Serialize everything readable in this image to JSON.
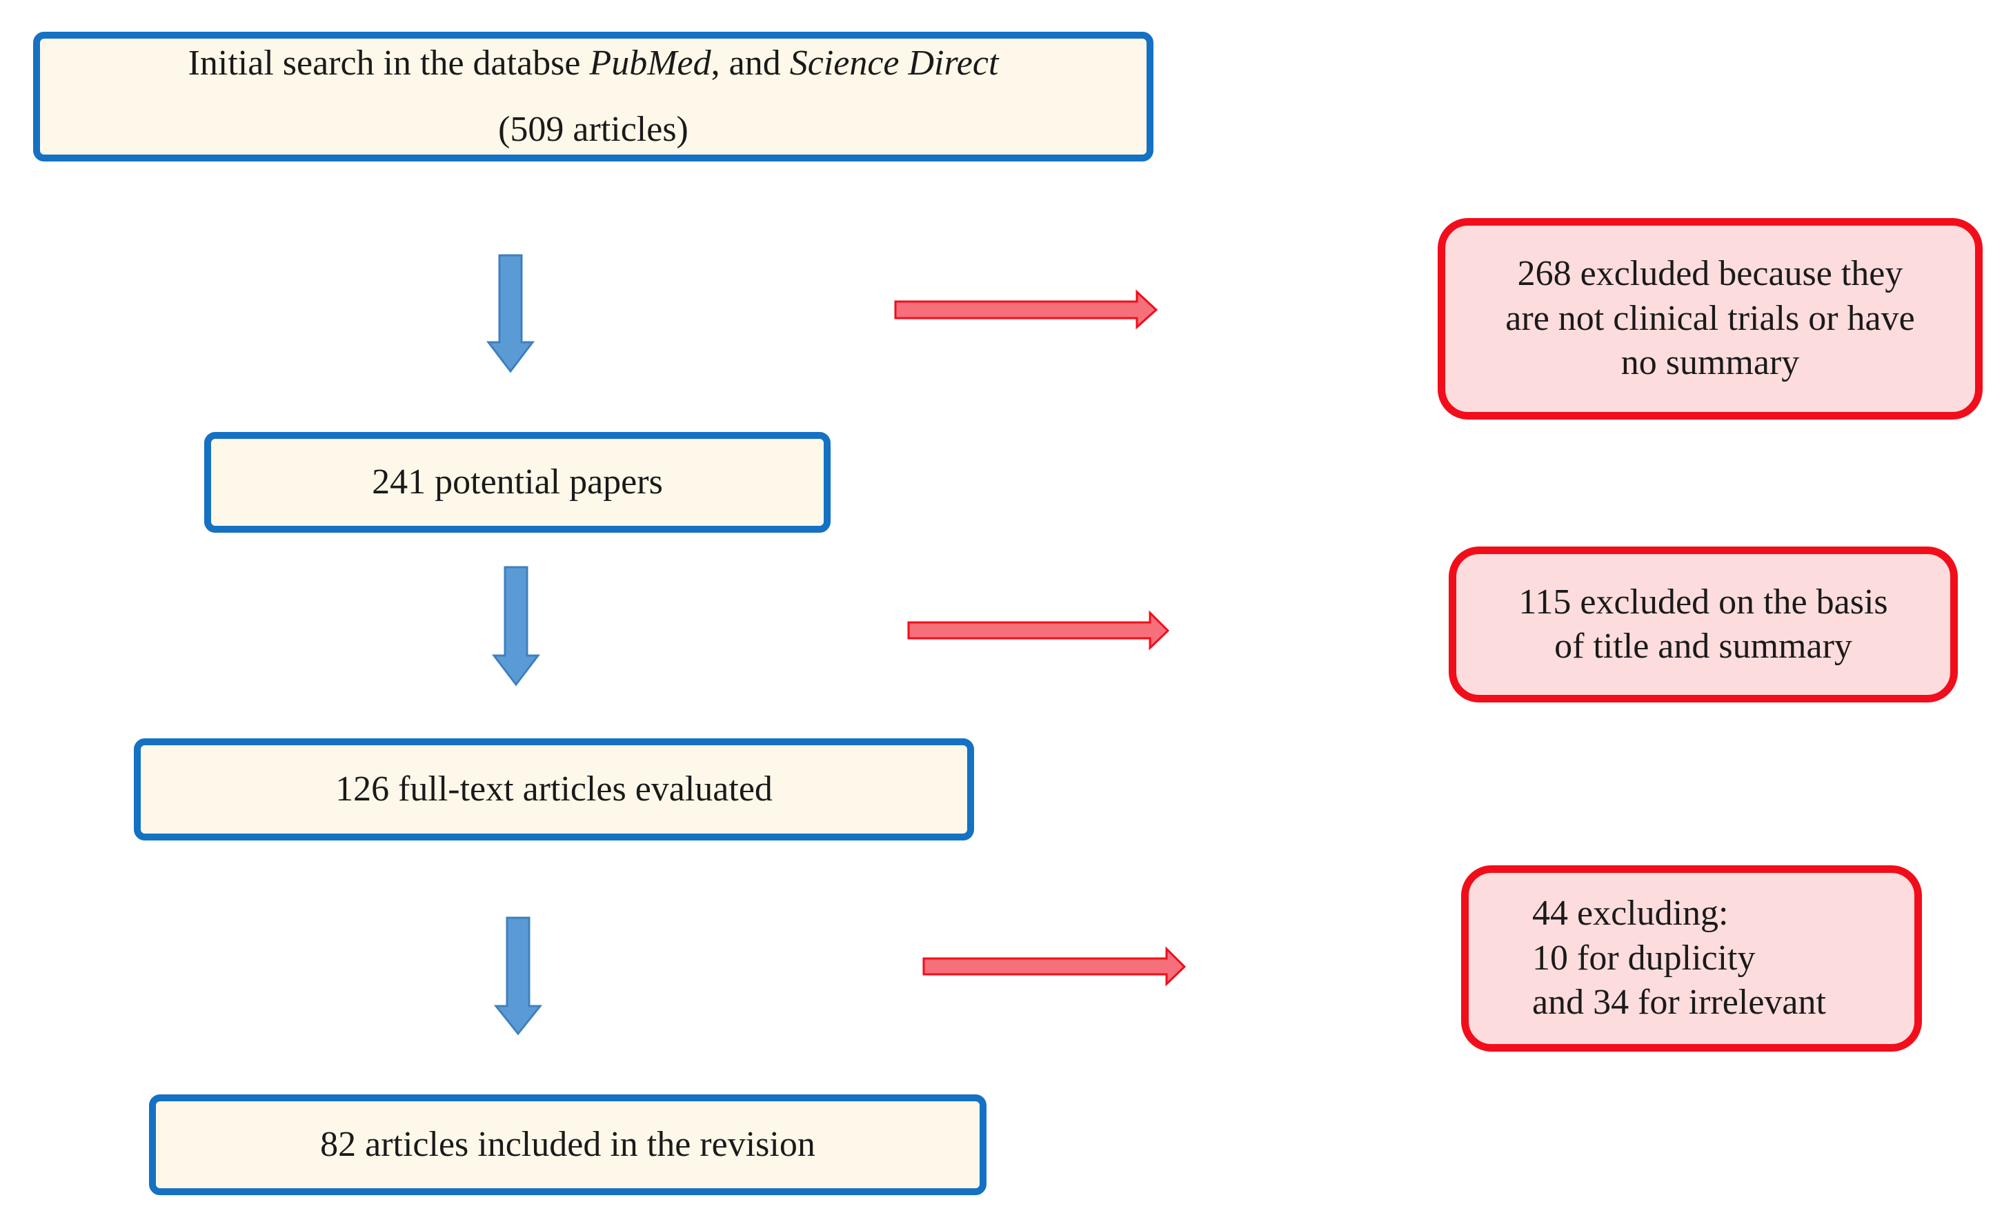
{
  "flow": {
    "initial": {
      "text_before": "Initial search in the databse ",
      "db1": "PubMed",
      "text_mid": ", and ",
      "db2": "Science Direct",
      "count": "(509 articles)"
    },
    "potential": "241 potential papers",
    "fulltext": "126 full-text articles evaluated",
    "included": "82 articles included in the revision"
  },
  "exclusions": {
    "first": [
      "268 excluded because they",
      "are not clinical trials or have",
      "no summary"
    ],
    "second": [
      "115 excluded on the basis",
      "of title and summary"
    ],
    "third": [
      "44 excluding:",
      "10 for duplicity",
      "and 34 for irrelevant"
    ]
  },
  "colors": {
    "main_border": "#1471c4",
    "main_fill": "#fdf8e9",
    "down_arrow": "#5b9bd5",
    "excl_border": "#f20d1b",
    "excl_fill": "#fcdcdc",
    "side_arrow": "#f5707a"
  }
}
